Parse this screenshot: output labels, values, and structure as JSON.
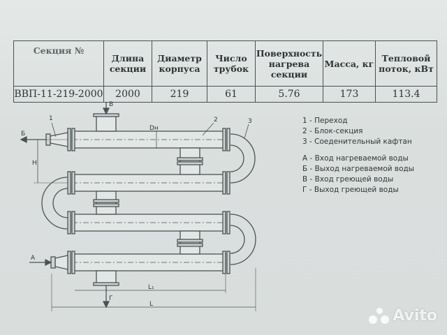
{
  "table": {
    "headers": [
      "Секция №",
      "Длина секции",
      "Диаметр корпуса",
      "Число трубок",
      "Поверхность нагрева секции",
      "Масса, кг",
      "Тепловой поток, кВт"
    ],
    "row": [
      "ВВП-11-219-2000",
      "2000",
      "219",
      "61",
      "5.76",
      "173",
      "113.4"
    ]
  },
  "legend": {
    "numbered": [
      "1 - Переход",
      "2 - Блок-секция",
      "3 - Соеденительный кафтан"
    ],
    "lettered": [
      "А - Вход нагреваемой воды",
      "Б - Выход нагреваемой воды",
      "В - Вход греющей воды",
      "Г - Выход греющей воды"
    ]
  },
  "drawing": {
    "labels": {
      "b": "Б",
      "a": "А",
      "v": "В",
      "g": "Г",
      "n1": "1",
      "n2": "2",
      "n3": "3",
      "h": "H",
      "l": "L",
      "l1": "L₁",
      "dn": "Dн"
    }
  },
  "watermark": {
    "text": "Avito"
  }
}
